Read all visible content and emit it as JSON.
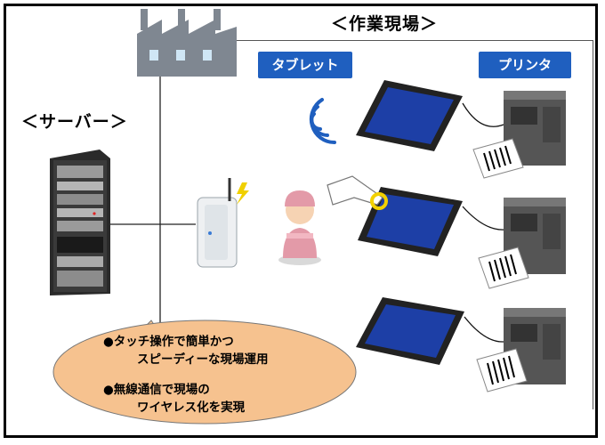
{
  "labels": {
    "workplace": "＜作業現場＞",
    "server": "＜サーバー＞",
    "tablet": "タブレット",
    "printer": "プリンタ"
  },
  "bubble": {
    "line1": "●タッチ操作で簡単かつ",
    "line2": "スピーディーな現場運用",
    "line3": "●無線通信で現場の",
    "line4": "ワイヤレス化を実現"
  },
  "colors": {
    "accent_blue": "#1f5fbf",
    "bubble_fill": "#f6c28f",
    "factory": "#7f8791",
    "tablet_screen": "#1d3fa6",
    "person_pink": "#e39aa8"
  }
}
